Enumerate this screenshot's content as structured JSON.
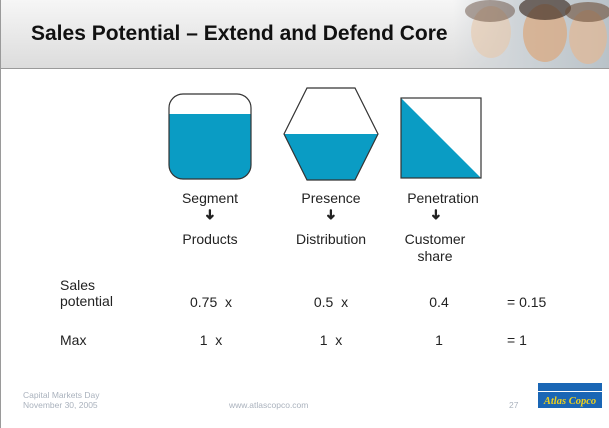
{
  "title": "Sales Potential – Extend and Defend Core",
  "columns": [
    {
      "label": "Segment",
      "sublabel": "Products",
      "factor": "0.75  x",
      "max": "1  x"
    },
    {
      "label": "Presence",
      "sublabel": "Distribution",
      "factor": "0.5  x",
      "max": "1  x"
    },
    {
      "label": "Penetration",
      "sublabel_line1": "Customer",
      "sublabel_line2": "share",
      "factor": "0.4",
      "max": "1"
    }
  ],
  "rows": {
    "sales_label_line1": "Sales",
    "sales_label_line2": "potential",
    "sales_result": "= 0.15",
    "max_label": "Max",
    "max_result": "= 1"
  },
  "arrow_glyph": "➜",
  "footer": {
    "event_line1": "Capital Markets Day",
    "event_line2": "November 30, 2005",
    "website": "www.atlascopco.com",
    "page_number": "27",
    "logo_text": "Atlas Copco"
  },
  "colors": {
    "accent": "#0a9cc4",
    "logo_bg": "#1a66b5",
    "logo_text": "#f2d21b"
  }
}
